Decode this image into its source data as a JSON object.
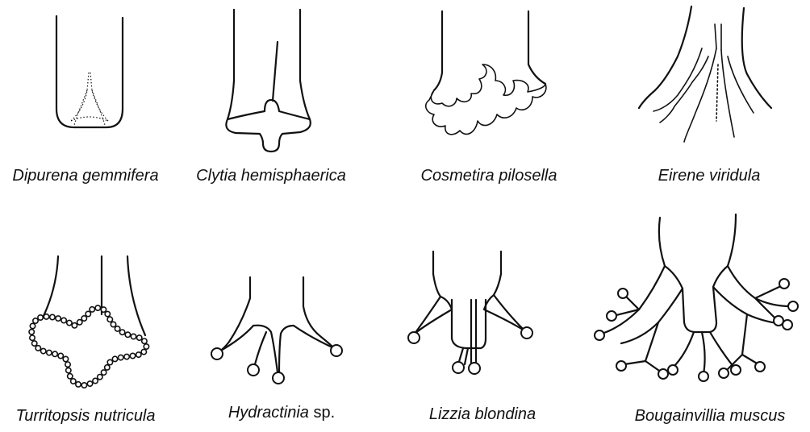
{
  "figures": [
    {
      "genus": "Dipurena gemmifera",
      "suffix": ""
    },
    {
      "genus": "Clytia hemisphaerica",
      "suffix": ""
    },
    {
      "genus": "Cosmetira pilosella",
      "suffix": ""
    },
    {
      "genus": "Eirene viridula",
      "suffix": ""
    },
    {
      "genus": "Turritopsis nutricula",
      "suffix": ""
    },
    {
      "genus": "Hydractinia",
      "suffix": " sp."
    },
    {
      "genus": "Lizzia blondina",
      "suffix": ""
    },
    {
      "genus": "Bougainvillia muscus",
      "suffix": ""
    }
  ]
}
